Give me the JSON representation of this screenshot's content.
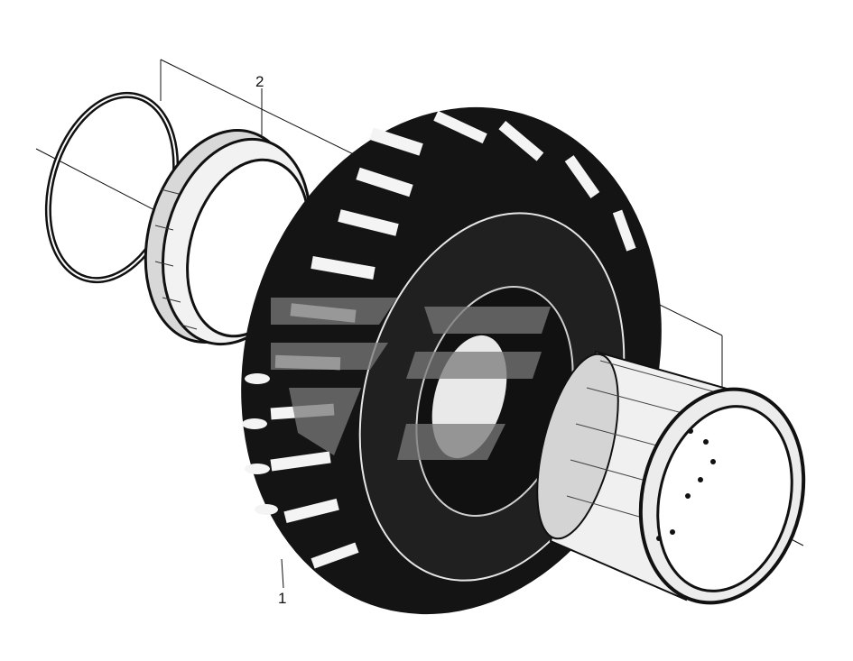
{
  "callouts": [
    {
      "id": "1",
      "text": "1"
    },
    {
      "id": "2",
      "text": "2"
    }
  ],
  "colors": {
    "ink": "#111111",
    "paper": "#ffffff",
    "watermark": "#7a7a7a"
  }
}
